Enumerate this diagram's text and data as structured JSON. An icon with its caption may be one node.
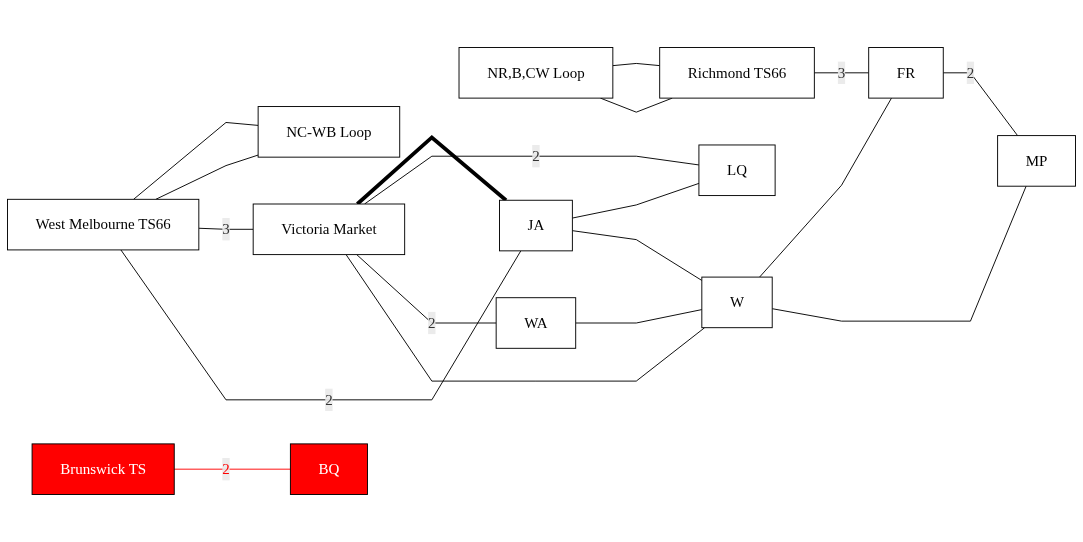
{
  "diagram": {
    "nodes": [
      {
        "text": [
          "West Melbourne TS66"
        ]
      },
      {
        "text": [
          "NC-WB Loop"
        ]
      },
      {
        "text": [
          "Brunswick TS"
        ]
      },
      {
        "text": [
          "BQ"
        ]
      },
      {
        "text": [
          "NR,B,CW Loop"
        ]
      },
      {
        "text": [
          "Victoria Market"
        ]
      },
      {
        "text": [
          "Richmond TS66"
        ]
      },
      {
        "text": [
          "JA"
        ]
      },
      {
        "text": [
          "LQ"
        ]
      },
      {
        "text": [
          "WA"
        ]
      },
      {
        "text": [
          "W"
        ]
      },
      {
        "text": [
          "FR"
        ]
      },
      {
        "text": [
          "MP"
        ]
      }
    ],
    "edges": [
      {
        "from": 0,
        "to": 1,
        "arrow": "none"
      },
      {
        "from": 0,
        "to": 1,
        "arrow": "none"
      },
      {
        "from": 2,
        "to": 3,
        "arrow": "none",
        "label": "2",
        "color": "#ff0000"
      },
      {
        "from": 4,
        "to": 6,
        "arrow": "none"
      },
      {
        "from": 4,
        "to": 6,
        "arrow": "none"
      },
      {
        "from": 0,
        "to": 5,
        "arrow": "none",
        "label": "3"
      },
      {
        "from": 0,
        "to": 7,
        "arrow": "none",
        "label": "2"
      },
      {
        "from": 5,
        "to": 7,
        "arrow": "none",
        "style": "thick"
      },
      {
        "from": 5,
        "to": 8,
        "arrow": "none",
        "label": "2"
      },
      {
        "from": 5,
        "to": 9,
        "arrow": "none",
        "label": "2"
      },
      {
        "from": 5,
        "to": 10,
        "arrow": "none"
      },
      {
        "from": 7,
        "to": 8,
        "arrow": "none"
      },
      {
        "from": 7,
        "to": 10,
        "arrow": "none"
      },
      {
        "from": 9,
        "to": 10,
        "arrow": "none"
      },
      {
        "from": 10,
        "to": 11,
        "arrow": "none"
      },
      {
        "from": 10,
        "to": 12,
        "arrow": "none"
      },
      {
        "from": 6,
        "to": 11,
        "arrow": "none",
        "label": "3"
      },
      {
        "from": 11,
        "to": 12,
        "arrow": "none",
        "label": "2"
      }
    ]
  }
}
